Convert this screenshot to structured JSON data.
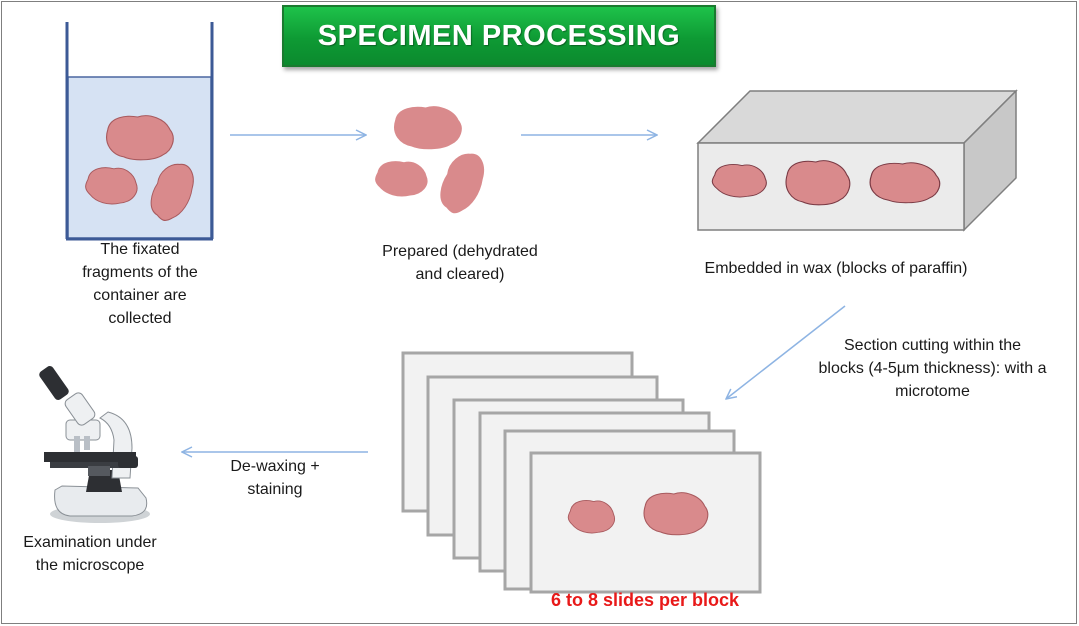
{
  "title": "SPECIMEN PROCESSING",
  "colors": {
    "banner": "#0e9a34",
    "tissue": "#d98a8c",
    "tissue_stroke": "#a85a5e",
    "container_fill": "#d6e2f3",
    "wax_block": "#e6e6e6",
    "arrow": "#8eb4e3",
    "highlight_text": "#e81919"
  },
  "steps": {
    "fixation": {
      "label_lines": [
        "The fixated",
        "fragments of the",
        "container are",
        "collected"
      ]
    },
    "prepared": {
      "label_lines": [
        "Prepared  (dehydrated",
        "and cleared)"
      ]
    },
    "embedded": {
      "label_lines": [
        "Embedded in wax (blocks of paraffin)"
      ]
    },
    "sectioning": {
      "label_lines": [
        "Section cutting within the",
        "blocks (4-5µm thickness): with a",
        "microtome"
      ]
    },
    "staining": {
      "label_lines": [
        "De-waxing +",
        "staining"
      ]
    },
    "examination": {
      "label_lines": [
        "Examination under",
        "the microscope"
      ]
    },
    "slides": {
      "label": "6 to 8 slides per block"
    }
  },
  "icons": [
    "beaker-icon",
    "tissue-fragment-icon",
    "paraffin-block-icon",
    "slide-stack-icon",
    "microscope-icon"
  ]
}
